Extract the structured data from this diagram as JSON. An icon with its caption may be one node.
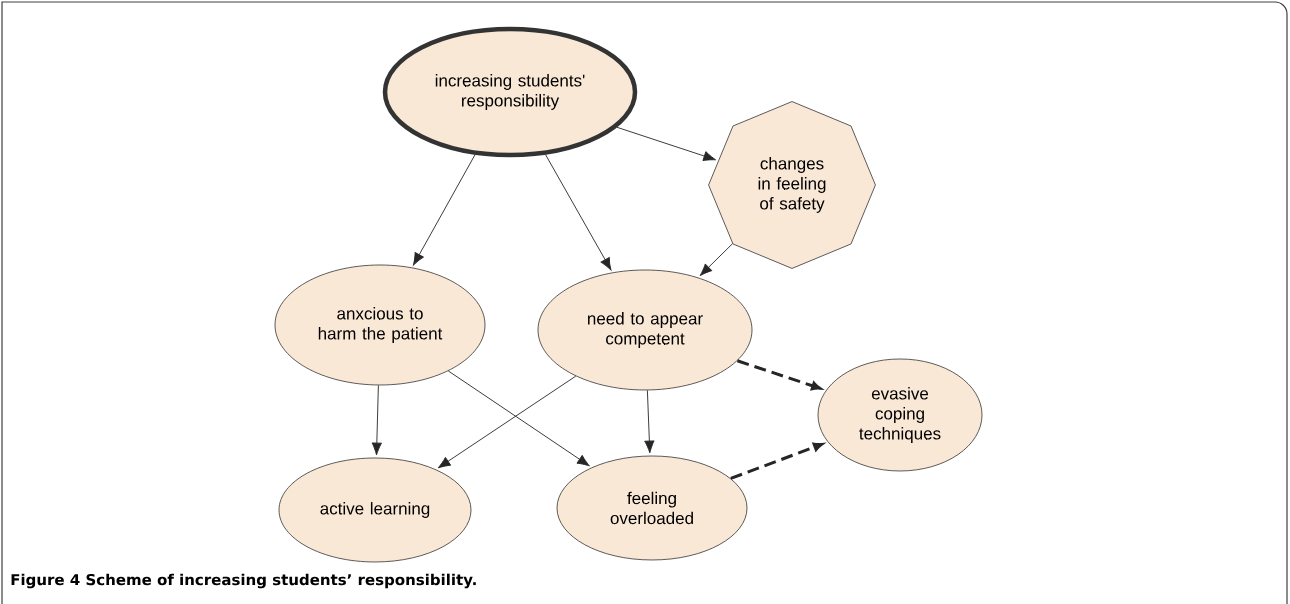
{
  "diagram": {
    "caption": "Figure 4 Scheme of increasing students’ responsibility.",
    "nodes": [
      {
        "text": [
          "increasing students' responsibility"
        ]
      },
      {
        "text": [
          "changes in feeling of safety"
        ]
      },
      {
        "text": [
          "anxcious to harm the patient"
        ]
      },
      {
        "text": [
          "need to appear competent"
        ]
      },
      {
        "text": [
          "evasive coping techniques"
        ]
      },
      {
        "text": [
          "active learning"
        ]
      },
      {
        "text": [
          "feeling overloaded"
        ]
      }
    ],
    "edges": [
      {
        "from": 0,
        "to": 2,
        "arrow": "to"
      },
      {
        "from": 0,
        "to": 3,
        "arrow": "to"
      },
      {
        "from": 0,
        "to": 1,
        "arrow": "to"
      },
      {
        "from": 1,
        "to": 3,
        "arrow": "to"
      },
      {
        "from": 2,
        "to": 5,
        "arrow": "to"
      },
      {
        "from": 2,
        "to": 6,
        "arrow": "to"
      },
      {
        "from": 3,
        "to": 5,
        "arrow": "to"
      },
      {
        "from": 3,
        "to": 6,
        "arrow": "to"
      },
      {
        "from": 3,
        "to": 4,
        "arrow": "to",
        "style": "dashed"
      },
      {
        "from": 6,
        "to": 4,
        "arrow": "to",
        "style": "dashed"
      }
    ]
  }
}
